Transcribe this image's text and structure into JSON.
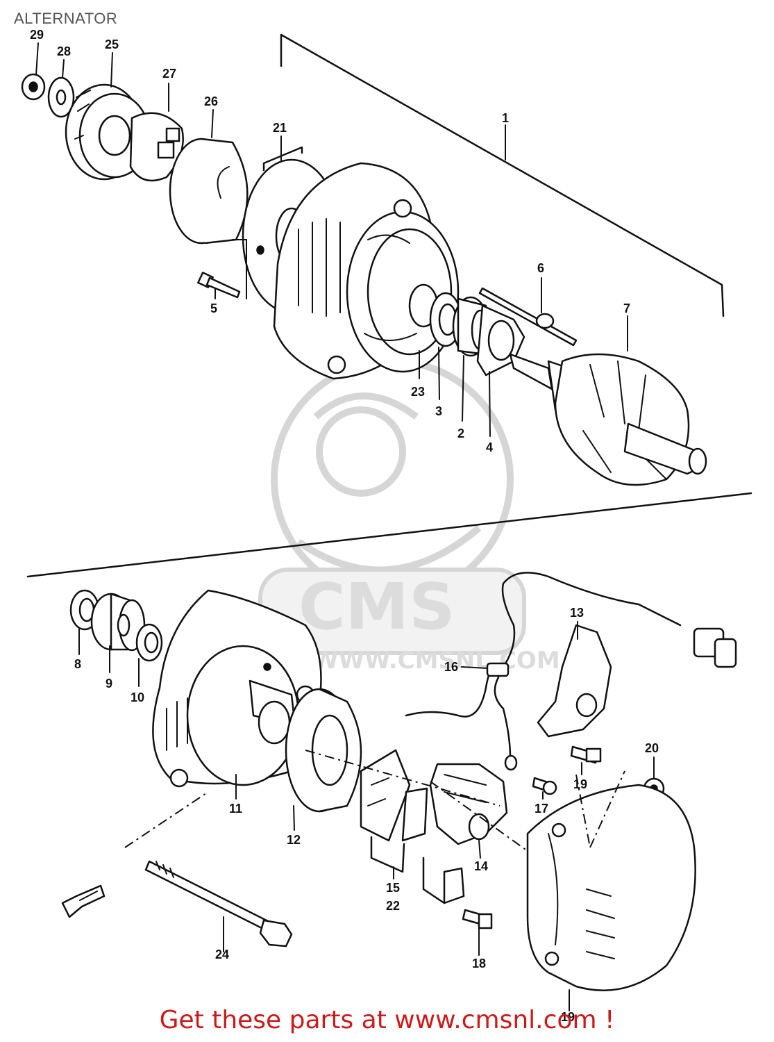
{
  "title": "ALTERNATOR",
  "watermark": {
    "logo_text": "CMS",
    "url_text": "WWW.CMSNL.COM"
  },
  "footer": {
    "text": "Get these parts at www.cmsnl.com !",
    "color": "#cc1a1a"
  },
  "callouts": [
    {
      "id": "c29",
      "label": "29"
    },
    {
      "id": "c28",
      "label": "28"
    },
    {
      "id": "c25",
      "label": "25"
    },
    {
      "id": "c27",
      "label": "27"
    },
    {
      "id": "c26",
      "label": "26"
    },
    {
      "id": "c21",
      "label": "21"
    },
    {
      "id": "c1",
      "label": "1"
    },
    {
      "id": "c6",
      "label": "6"
    },
    {
      "id": "c7",
      "label": "7"
    },
    {
      "id": "c5",
      "label": "5"
    },
    {
      "id": "c23",
      "label": "23"
    },
    {
      "id": "c3",
      "label": "3"
    },
    {
      "id": "c2",
      "label": "2"
    },
    {
      "id": "c4",
      "label": "4"
    },
    {
      "id": "c13",
      "label": "13"
    },
    {
      "id": "c16",
      "label": "16"
    },
    {
      "id": "c8",
      "label": "8"
    },
    {
      "id": "c9",
      "label": "9"
    },
    {
      "id": "c10",
      "label": "10"
    },
    {
      "id": "c20",
      "label": "20"
    },
    {
      "id": "c19a",
      "label": "19"
    },
    {
      "id": "c17",
      "label": "17"
    },
    {
      "id": "c11",
      "label": "11"
    },
    {
      "id": "c12",
      "label": "12"
    },
    {
      "id": "c14",
      "label": "14"
    },
    {
      "id": "c15",
      "label": "15"
    },
    {
      "id": "c22",
      "label": "22"
    },
    {
      "id": "c24",
      "label": "24"
    },
    {
      "id": "c18",
      "label": "18"
    },
    {
      "id": "c19b",
      "label": "19"
    }
  ]
}
